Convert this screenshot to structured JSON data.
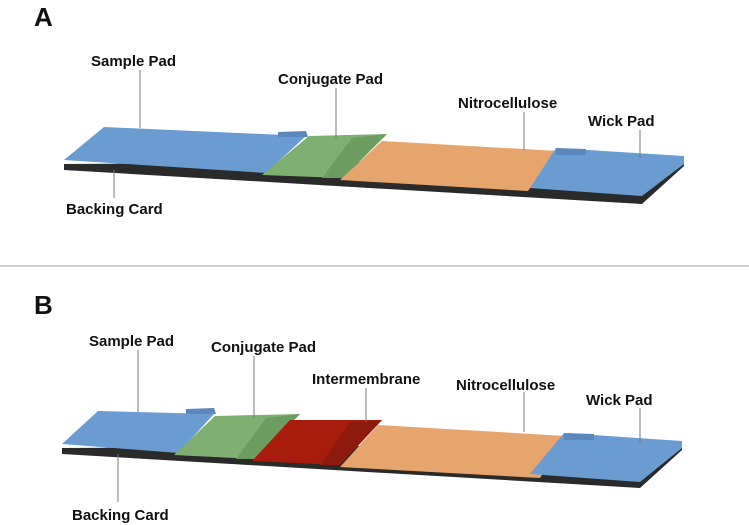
{
  "panels": [
    {
      "letter": "A",
      "labels": {
        "sample_pad": "Sample Pad",
        "conjugate_pad": "Conjugate Pad",
        "nitrocellulose": "Nitrocellulose",
        "wick_pad": "Wick Pad",
        "backing_card": "Backing Card"
      }
    },
    {
      "letter": "B",
      "labels": {
        "sample_pad": "Sample Pad",
        "conjugate_pad": "Conjugate Pad",
        "intermembrane": "Intermembrane",
        "nitrocellulose": "Nitrocellulose",
        "wick_pad": "Wick Pad",
        "backing_card": "Backing Card"
      }
    }
  ],
  "colors": {
    "sample_pad": "#6a9bd1",
    "sample_pad_dark": "#5a88bd",
    "conjugate_pad": "#7fb071",
    "conjugate_pad_dark": "#6d9c60",
    "intermembrane": "#a81c0e",
    "intermembrane_dark": "#8e1a0d",
    "nitrocellulose": "#e5a56c",
    "nitrocellulose_dark": "#cf935d",
    "wick_pad": "#6a9bd1",
    "backing_card": "#2a2a2a",
    "divider": "#9a9a9a"
  }
}
